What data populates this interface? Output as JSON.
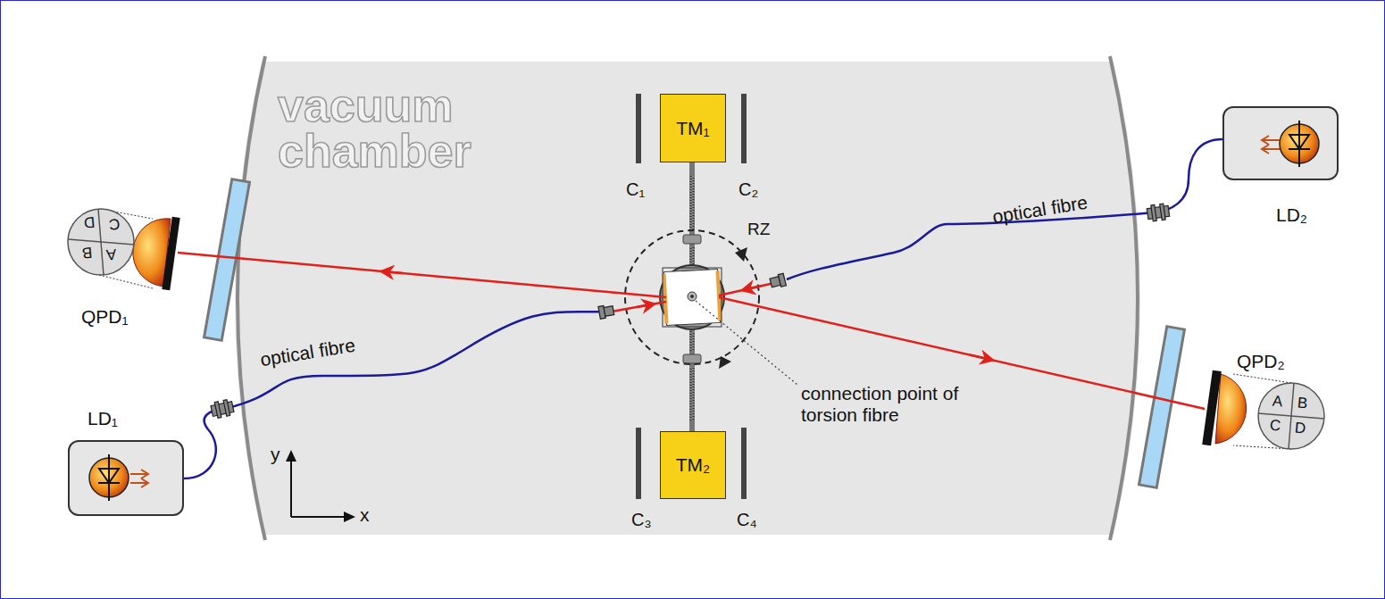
{
  "diagram": {
    "nodes": [
      {
        "text": [
          "TM₁"
        ]
      },
      {
        "text": [
          "TM₂"
        ]
      },
      {
        "text": [
          "LD₁"
        ]
      },
      {
        "text": [
          "LD₂"
        ]
      }
    ],
    "labels": [
      "vacuum chamber",
      "C₁",
      "C₂",
      "C₃",
      "C₄",
      "RZ",
      "optical fibre",
      "optical fibre",
      "connection point of torsion fibre",
      "QPD₁",
      "QPD₂",
      "A",
      "B",
      "C",
      "D",
      "A",
      "B",
      "C",
      "D",
      "y",
      "x"
    ]
  }
}
